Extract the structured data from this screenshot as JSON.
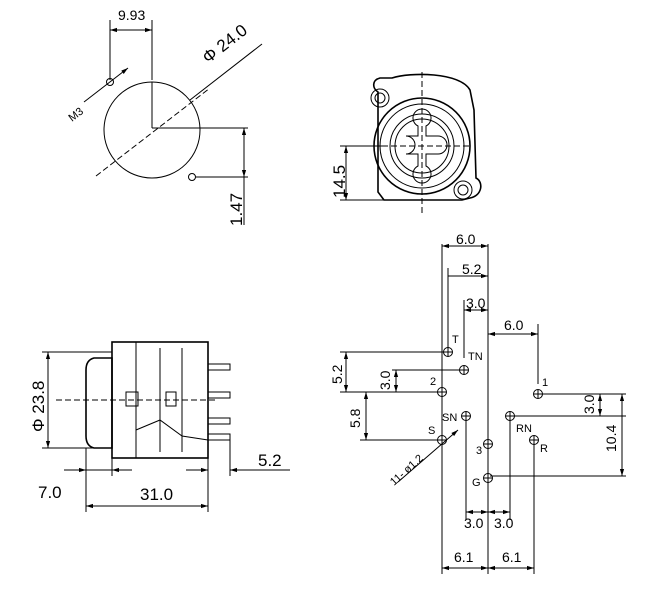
{
  "front_view": {
    "dim_pitch": "9.93",
    "dim_diameter": "Φ 24.0",
    "dim_screw": "M3",
    "dim_offset": "1.47"
  },
  "panel_view": {
    "dim_height": "14.5"
  },
  "side_view": {
    "dim_diameter": "Φ 23.8",
    "dim_flange": "7.0",
    "dim_length": "31.0",
    "dim_pins": "5.2"
  },
  "pcb_layout": {
    "dims": {
      "top_width": "6.0",
      "top_inner": "5.2",
      "center_offset": "3.0",
      "right_offset": "6.0",
      "left_v1": "5.2",
      "left_v2": "3.0",
      "left_v3": "5.8",
      "right_v1": "3.0",
      "right_v2": "10.4",
      "bottom_a": "3.0",
      "bottom_b": "3.0",
      "bottom_c": "6.1",
      "bottom_d": "6.1",
      "hole_spec": "11- ø1.2"
    },
    "pins": {
      "t": "T",
      "tn": "TN",
      "p2": "2",
      "p1": "1",
      "sn": "SN",
      "s": "S",
      "p3": "3",
      "rn": "RN",
      "r": "R",
      "g": "G"
    }
  }
}
